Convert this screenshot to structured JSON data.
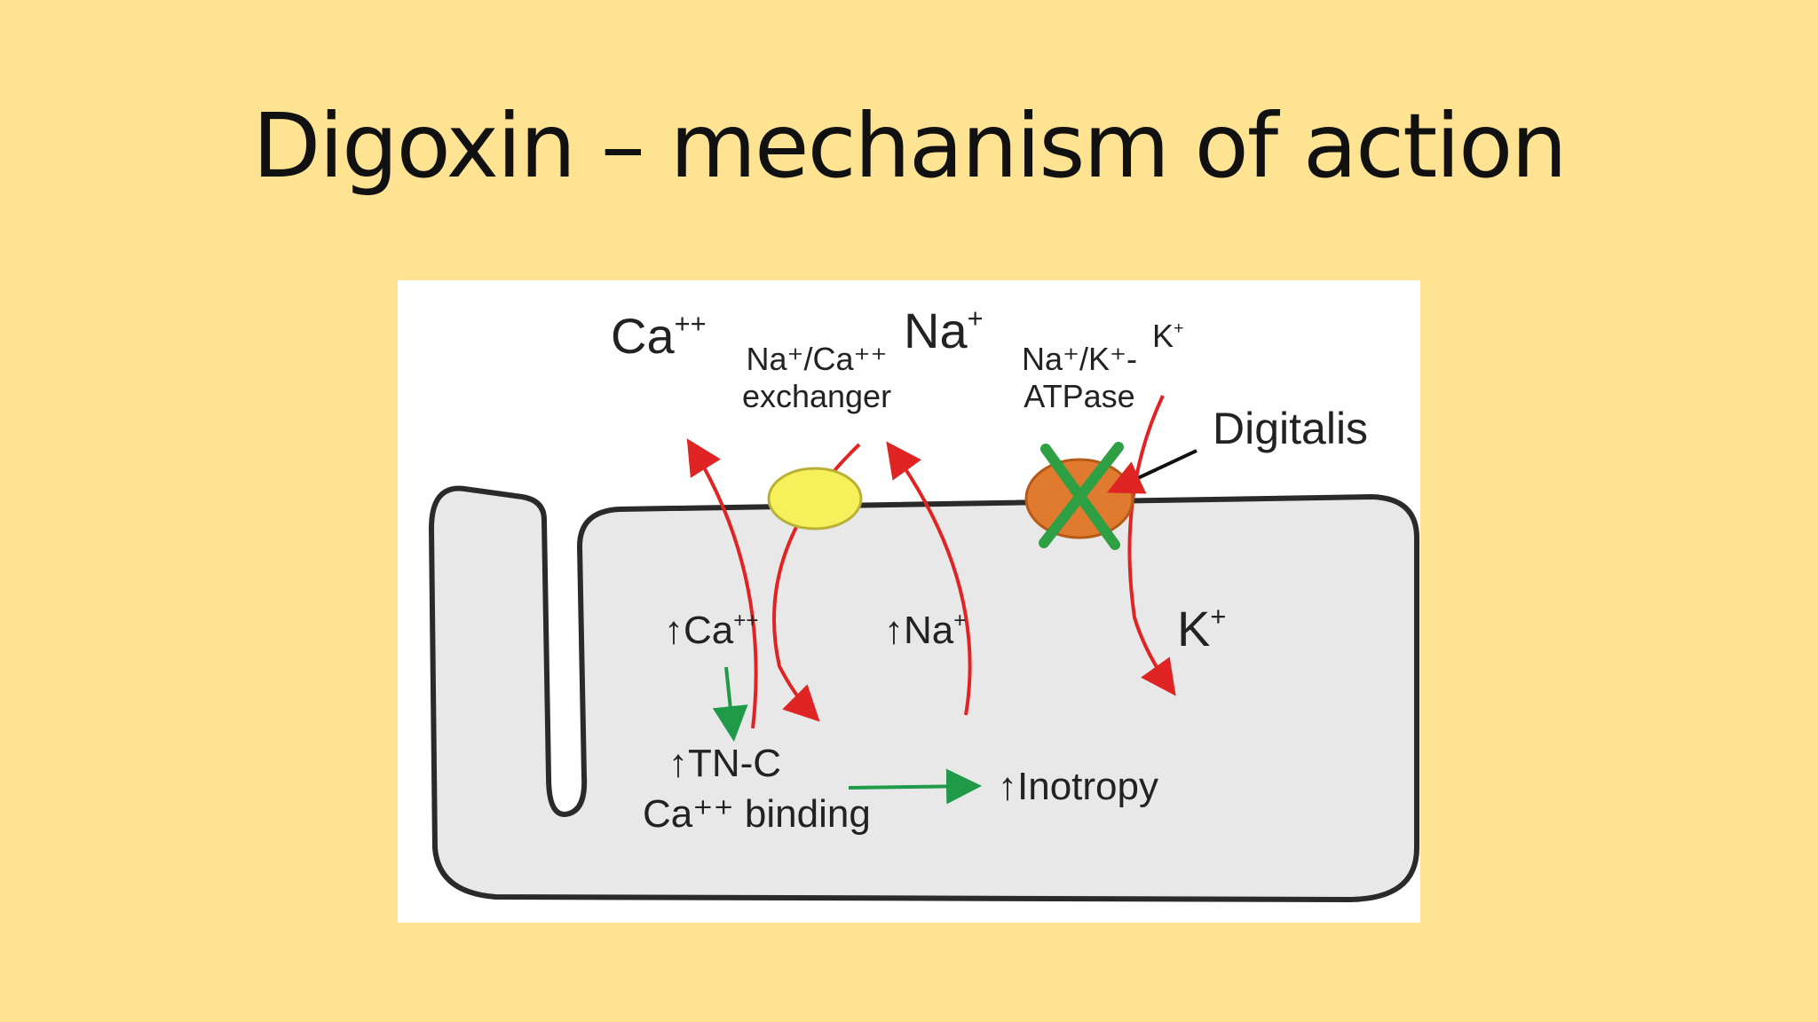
{
  "title": "Digoxin – mechanism of action",
  "diagram": {
    "outside": {
      "ca": {
        "base": "Ca",
        "sup": "++"
      },
      "na": {
        "base": "Na",
        "sup": "+"
      },
      "k": {
        "base": "K",
        "sup": "+"
      }
    },
    "exchanger": {
      "line1": "Na⁺/Ca⁺⁺",
      "line2": "exchanger"
    },
    "atpase": {
      "line1": "Na⁺/K⁺-",
      "line2": "ATPase"
    },
    "drug": "Digitalis",
    "inside": {
      "arrow": "↑",
      "ca": {
        "base": "Ca",
        "sup": "++"
      },
      "na": {
        "base": "Na",
        "sup": "+"
      },
      "k": {
        "base": "K",
        "sup": "+"
      },
      "tnc_line1": "TN-C",
      "tnc_line2": "Ca⁺⁺ binding",
      "inotropy": "Inotropy"
    },
    "colors": {
      "flux_arrow": "#e02424",
      "effect_arrow": "#1e9a48",
      "exchanger": "#f6f05a",
      "pump": "#e07a2e",
      "block_mark": "#2ea043",
      "cell_fill": "#e8e8e8"
    }
  }
}
